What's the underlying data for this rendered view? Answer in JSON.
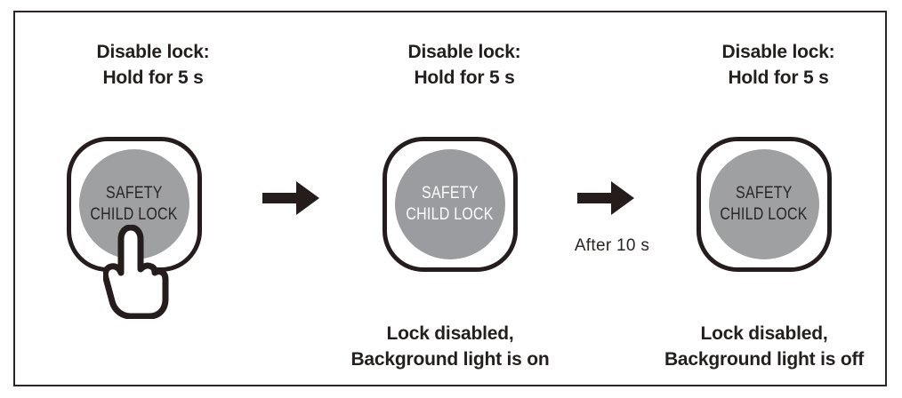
{
  "figure": {
    "border_color": "#2b2524",
    "background": "#ffffff"
  },
  "steps": [
    {
      "id": "step-1",
      "heading_line1": "Disable lock:",
      "heading_line2": "Hold for 5 s",
      "button": {
        "label_line1": "SAFETY",
        "label_line2": "CHILD LOCK",
        "disc_color": "#9fa0a2",
        "outline_color": "#241d1c",
        "text_color": "#2a2524",
        "backlight": "off"
      },
      "cursor": "pointing-hand-icon",
      "caption_line1": "",
      "caption_line2": ""
    },
    {
      "id": "step-2",
      "heading_line1": "Disable lock:",
      "heading_line2": "Hold for 5 s",
      "button": {
        "label_line1": "SAFETY",
        "label_line2": "CHILD LOCK",
        "disc_color": "#9b9ca0",
        "outline_color": "#241d1c",
        "text_color": "#fdfdfd",
        "backlight": "on"
      },
      "cursor": "",
      "caption_line1": "Lock disabled,",
      "caption_line2": "Background light is on"
    },
    {
      "id": "step-3",
      "heading_line1": "Disable lock:",
      "heading_line2": "Hold for 5 s",
      "button": {
        "label_line1": "SAFETY",
        "label_line2": "CHILD LOCK",
        "disc_color": "#9fa0a2",
        "outline_color": "#241d1c",
        "text_color": "#2a2524",
        "backlight": "off"
      },
      "cursor": "",
      "caption_line1": "Lock disabled,",
      "caption_line2": "Background light is off"
    }
  ],
  "arrows": [
    {
      "id": "arrow-1",
      "icon": "right-arrow-icon",
      "label": ""
    },
    {
      "id": "arrow-2",
      "icon": "right-arrow-icon",
      "label": "After 10 s"
    }
  ],
  "annotations": {
    "after_delay": "After 10 s"
  }
}
